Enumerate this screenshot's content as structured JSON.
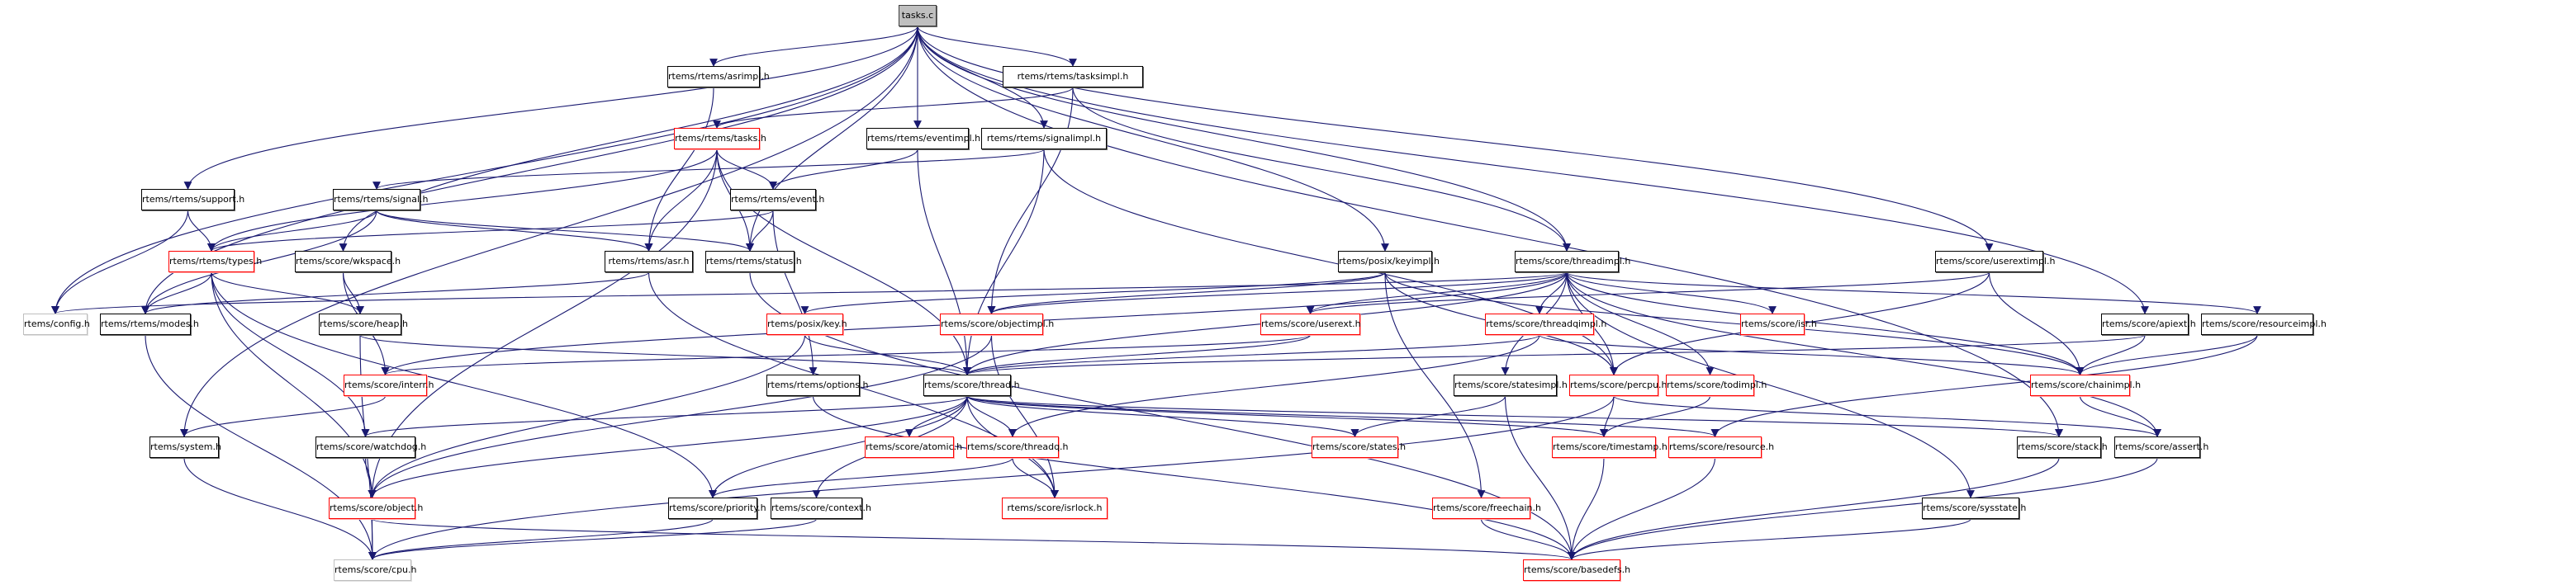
{
  "title": "tasks.c",
  "colors": {
    "edge": "#191970",
    "node_border_default": "#000000",
    "node_border_truncated": "#ff0000",
    "node_border_external": "#bfbfbf",
    "root_fill": "#bfbfbf"
  },
  "nodes": [
    {
      "id": "tasks_c",
      "label": "tasks.c",
      "kind": "root"
    },
    {
      "id": "asrimpl",
      "label": "rtems/rtems/asrimpl.h",
      "kind": "normal"
    },
    {
      "id": "tasksimpl",
      "label": "rtems/rtems/tasksimpl.h",
      "kind": "normal"
    },
    {
      "id": "tasks_h",
      "label": "rtems/rtems/tasks.h",
      "kind": "truncated"
    },
    {
      "id": "eventimpl",
      "label": "rtems/rtems/eventimpl.h",
      "kind": "normal"
    },
    {
      "id": "signalimpl",
      "label": "rtems/rtems/signalimpl.h",
      "kind": "normal"
    },
    {
      "id": "support",
      "label": "rtems/rtems/support.h",
      "kind": "normal"
    },
    {
      "id": "signal",
      "label": "rtems/rtems/signal.h",
      "kind": "normal"
    },
    {
      "id": "event",
      "label": "rtems/rtems/event.h",
      "kind": "normal"
    },
    {
      "id": "types",
      "label": "rtems/rtems/types.h",
      "kind": "truncated"
    },
    {
      "id": "wkspace",
      "label": "rtems/score/wkspace.h",
      "kind": "normal"
    },
    {
      "id": "asr",
      "label": "rtems/rtems/asr.h",
      "kind": "normal"
    },
    {
      "id": "status",
      "label": "rtems/rtems/status.h",
      "kind": "normal"
    },
    {
      "id": "keyimpl",
      "label": "rtems/posix/keyimpl.h",
      "kind": "normal"
    },
    {
      "id": "threadimpl",
      "label": "rtems/score/threadimpl.h",
      "kind": "normal"
    },
    {
      "id": "userextimpl",
      "label": "rtems/score/userextimpl.h",
      "kind": "normal"
    },
    {
      "id": "config",
      "label": "rtems/config.h",
      "kind": "external"
    },
    {
      "id": "modes",
      "label": "rtems/rtems/modes.h",
      "kind": "normal"
    },
    {
      "id": "heap",
      "label": "rtems/score/heap.h",
      "kind": "normal"
    },
    {
      "id": "key",
      "label": "rtems/posix/key.h",
      "kind": "truncated"
    },
    {
      "id": "objectimpl",
      "label": "rtems/score/objectimpl.h",
      "kind": "truncated"
    },
    {
      "id": "userext",
      "label": "rtems/score/userext.h",
      "kind": "truncated"
    },
    {
      "id": "threadqimpl",
      "label": "rtems/score/threadqimpl.h",
      "kind": "truncated"
    },
    {
      "id": "isr",
      "label": "rtems/score/isr.h",
      "kind": "truncated"
    },
    {
      "id": "apiext",
      "label": "rtems/score/apiext.h",
      "kind": "normal"
    },
    {
      "id": "resourceimpl",
      "label": "rtems/score/resourceimpl.h",
      "kind": "normal"
    },
    {
      "id": "interr",
      "label": "rtems/score/interr.h",
      "kind": "truncated"
    },
    {
      "id": "options",
      "label": "rtems/rtems/options.h",
      "kind": "normal"
    },
    {
      "id": "thread",
      "label": "rtems/score/thread.h",
      "kind": "normal"
    },
    {
      "id": "statesimpl",
      "label": "rtems/score/statesimpl.h",
      "kind": "normal"
    },
    {
      "id": "percpu",
      "label": "rtems/score/percpu.h",
      "kind": "truncated"
    },
    {
      "id": "todimpl",
      "label": "rtems/score/todimpl.h",
      "kind": "truncated"
    },
    {
      "id": "chainimpl",
      "label": "rtems/score/chainimpl.h",
      "kind": "truncated"
    },
    {
      "id": "system",
      "label": "rtems/system.h",
      "kind": "normal"
    },
    {
      "id": "watchdog",
      "label": "rtems/score/watchdog.h",
      "kind": "normal"
    },
    {
      "id": "atomic",
      "label": "rtems/score/atomic.h",
      "kind": "truncated"
    },
    {
      "id": "threadq",
      "label": "rtems/score/threadq.h",
      "kind": "truncated"
    },
    {
      "id": "states",
      "label": "rtems/score/states.h",
      "kind": "truncated"
    },
    {
      "id": "timestamp",
      "label": "rtems/score/timestamp.h",
      "kind": "truncated"
    },
    {
      "id": "resource",
      "label": "rtems/score/resource.h",
      "kind": "truncated"
    },
    {
      "id": "stack",
      "label": "rtems/score/stack.h",
      "kind": "normal"
    },
    {
      "id": "assert",
      "label": "rtems/score/assert.h",
      "kind": "normal"
    },
    {
      "id": "object",
      "label": "rtems/score/object.h",
      "kind": "truncated"
    },
    {
      "id": "priority",
      "label": "rtems/score/priority.h",
      "kind": "normal"
    },
    {
      "id": "context",
      "label": "rtems/score/context.h",
      "kind": "normal"
    },
    {
      "id": "isrlock",
      "label": "rtems/score/isrlock.h",
      "kind": "truncated"
    },
    {
      "id": "freechain",
      "label": "rtems/score/freechain.h",
      "kind": "truncated"
    },
    {
      "id": "sysstate",
      "label": "rtems/score/sysstate.h",
      "kind": "normal"
    },
    {
      "id": "cpu",
      "label": "rtems/score/cpu.h",
      "kind": "external"
    },
    {
      "id": "basedefs",
      "label": "rtems/score/basedefs.h",
      "kind": "truncated"
    }
  ],
  "edges": [
    [
      "tasks_c",
      "asrimpl"
    ],
    [
      "tasks_c",
      "tasksimpl"
    ],
    [
      "tasks_c",
      "eventimpl"
    ],
    [
      "tasks_c",
      "signalimpl"
    ],
    [
      "tasks_c",
      "support"
    ],
    [
      "tasks_c",
      "config"
    ],
    [
      "tasks_c",
      "modes"
    ],
    [
      "tasks_c",
      "system"
    ],
    [
      "tasks_c",
      "wkspace"
    ],
    [
      "tasks_c",
      "status"
    ],
    [
      "tasks_c",
      "keyimpl"
    ],
    [
      "tasks_c",
      "threadimpl"
    ],
    [
      "tasks_c",
      "userextimpl"
    ],
    [
      "tasks_c",
      "apiext"
    ],
    [
      "tasks_c",
      "stack"
    ],
    [
      "asrimpl",
      "asr"
    ],
    [
      "tasksimpl",
      "tasks_h"
    ],
    [
      "tasksimpl",
      "objectimpl"
    ],
    [
      "tasksimpl",
      "threadimpl"
    ],
    [
      "tasks_h",
      "types"
    ],
    [
      "tasks_h",
      "event"
    ],
    [
      "tasks_h",
      "asr"
    ],
    [
      "tasks_h",
      "status"
    ],
    [
      "tasks_h",
      "thread"
    ],
    [
      "tasks_h",
      "object"
    ],
    [
      "eventimpl",
      "event"
    ],
    [
      "eventimpl",
      "thread"
    ],
    [
      "signalimpl",
      "signal"
    ],
    [
      "signalimpl",
      "thread"
    ],
    [
      "signalimpl",
      "percpu"
    ],
    [
      "support",
      "types"
    ],
    [
      "support",
      "config"
    ],
    [
      "signal",
      "types"
    ],
    [
      "signal",
      "asr"
    ],
    [
      "signal",
      "status"
    ],
    [
      "signal",
      "modes"
    ],
    [
      "event",
      "types"
    ],
    [
      "event",
      "status"
    ],
    [
      "event",
      "options"
    ],
    [
      "types",
      "modes"
    ],
    [
      "types",
      "heap"
    ],
    [
      "types",
      "object"
    ],
    [
      "types",
      "priority"
    ],
    [
      "types",
      "watchdog"
    ],
    [
      "wkspace",
      "heap"
    ],
    [
      "wkspace",
      "interr"
    ],
    [
      "asr",
      "modes"
    ],
    [
      "asr",
      "isrlock"
    ],
    [
      "status",
      "basedefs"
    ],
    [
      "keyimpl",
      "key"
    ],
    [
      "keyimpl",
      "objectimpl"
    ],
    [
      "keyimpl",
      "freechain"
    ],
    [
      "keyimpl",
      "percpu"
    ],
    [
      "keyimpl",
      "chainimpl"
    ],
    [
      "threadimpl",
      "thread"
    ],
    [
      "threadimpl",
      "objectimpl"
    ],
    [
      "threadimpl",
      "threadqimpl"
    ],
    [
      "threadimpl",
      "isr"
    ],
    [
      "threadimpl",
      "statesimpl"
    ],
    [
      "threadimpl",
      "todimpl"
    ],
    [
      "threadimpl",
      "chainimpl"
    ],
    [
      "threadimpl",
      "resourceimpl"
    ],
    [
      "threadimpl",
      "sysstate"
    ],
    [
      "threadimpl",
      "assert"
    ],
    [
      "threadimpl",
      "interr"
    ],
    [
      "threadimpl",
      "config"
    ],
    [
      "threadimpl",
      "userext"
    ],
    [
      "threadimpl",
      "percpu"
    ],
    [
      "userextimpl",
      "userext"
    ],
    [
      "userextimpl",
      "chainimpl"
    ],
    [
      "userextimpl",
      "percpu"
    ],
    [
      "config",
      "__none"
    ],
    [
      "modes",
      "cpu"
    ],
    [
      "heap",
      "thread"
    ],
    [
      "heap",
      "cpu"
    ],
    [
      "key",
      "thread"
    ],
    [
      "key",
      "object"
    ],
    [
      "objectimpl",
      "object"
    ],
    [
      "objectimpl",
      "isrlock"
    ],
    [
      "userext",
      "thread"
    ],
    [
      "userext",
      "interr"
    ],
    [
      "threadqimpl",
      "thread"
    ],
    [
      "threadqimpl",
      "chainimpl"
    ],
    [
      "threadqimpl",
      "threadq"
    ],
    [
      "apiext",
      "chainimpl"
    ],
    [
      "apiext",
      "thread"
    ],
    [
      "resourceimpl",
      "chainimpl"
    ],
    [
      "resourceimpl",
      "resource"
    ],
    [
      "interr",
      "system"
    ],
    [
      "options",
      "basedefs"
    ],
    [
      "thread",
      "watchdog"
    ],
    [
      "thread",
      "object"
    ],
    [
      "thread",
      "atomic"
    ],
    [
      "thread",
      "threadq"
    ],
    [
      "thread",
      "states"
    ],
    [
      "thread",
      "timestamp"
    ],
    [
      "thread",
      "resource"
    ],
    [
      "thread",
      "stack"
    ],
    [
      "thread",
      "priority"
    ],
    [
      "thread",
      "context"
    ],
    [
      "thread",
      "isrlock"
    ],
    [
      "statesimpl",
      "states"
    ],
    [
      "statesimpl",
      "basedefs"
    ],
    [
      "percpu",
      "timestamp"
    ],
    [
      "percpu",
      "assert"
    ],
    [
      "percpu",
      "cpu"
    ],
    [
      "todimpl",
      "timestamp"
    ],
    [
      "chainimpl",
      "assert"
    ],
    [
      "system",
      "cpu"
    ],
    [
      "watchdog",
      "object"
    ],
    [
      "threadq",
      "priority"
    ],
    [
      "threadq",
      "isrlock"
    ],
    [
      "timestamp",
      "basedefs"
    ],
    [
      "resource",
      "basedefs"
    ],
    [
      "stack",
      "basedefs"
    ],
    [
      "assert",
      "basedefs"
    ],
    [
      "object",
      "cpu"
    ],
    [
      "object",
      "basedefs"
    ],
    [
      "priority",
      "cpu"
    ],
    [
      "context",
      "cpu"
    ],
    [
      "freechain",
      "basedefs"
    ],
    [
      "sysstate",
      "basedefs"
    ]
  ]
}
